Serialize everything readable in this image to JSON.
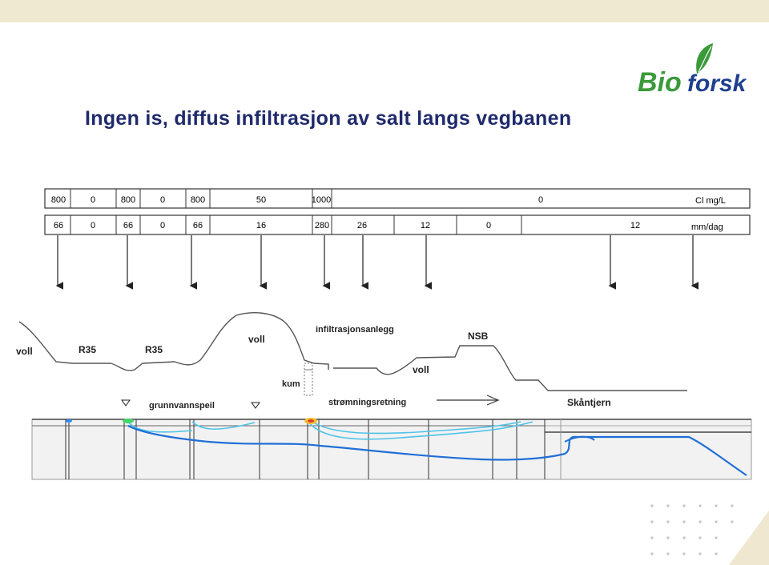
{
  "title": "Ingen is, diffus infiltrasjon av salt langs vegbanen",
  "logo": {
    "text_bio": "Bio",
    "text_forsk": "forsk",
    "colors": {
      "green": "#3a9a3a",
      "blue": "#1f3f8f"
    }
  },
  "colors": {
    "title": "#1f2a6b",
    "top_band": "#f0e9d2",
    "water_light": "#4fc3e8",
    "water_dark": "#1f6fd6"
  },
  "cl_row": {
    "values": [
      "800",
      "0",
      "800",
      "0",
      "800",
      "50",
      "1000",
      "0"
    ],
    "unit": "Cl mg/L"
  },
  "flow_row": {
    "values": [
      "66",
      "0",
      "66",
      "0",
      "66",
      "16",
      "280",
      "26",
      "12",
      "0",
      "12"
    ],
    "unit": "mm/dag"
  },
  "profile_labels": {
    "voll_left": "voll",
    "r35_1": "R35",
    "r35_2": "R35",
    "voll_mid": "voll",
    "infiltrasjonsanlegg": "infiltrasjonsanlegg",
    "kum": "kum",
    "voll_right": "voll",
    "nsb": "NSB",
    "grunnvannspeil": "grunnvannspeil",
    "stromningsretning": "strømningsretning",
    "skantjern": "Skåntjern"
  }
}
